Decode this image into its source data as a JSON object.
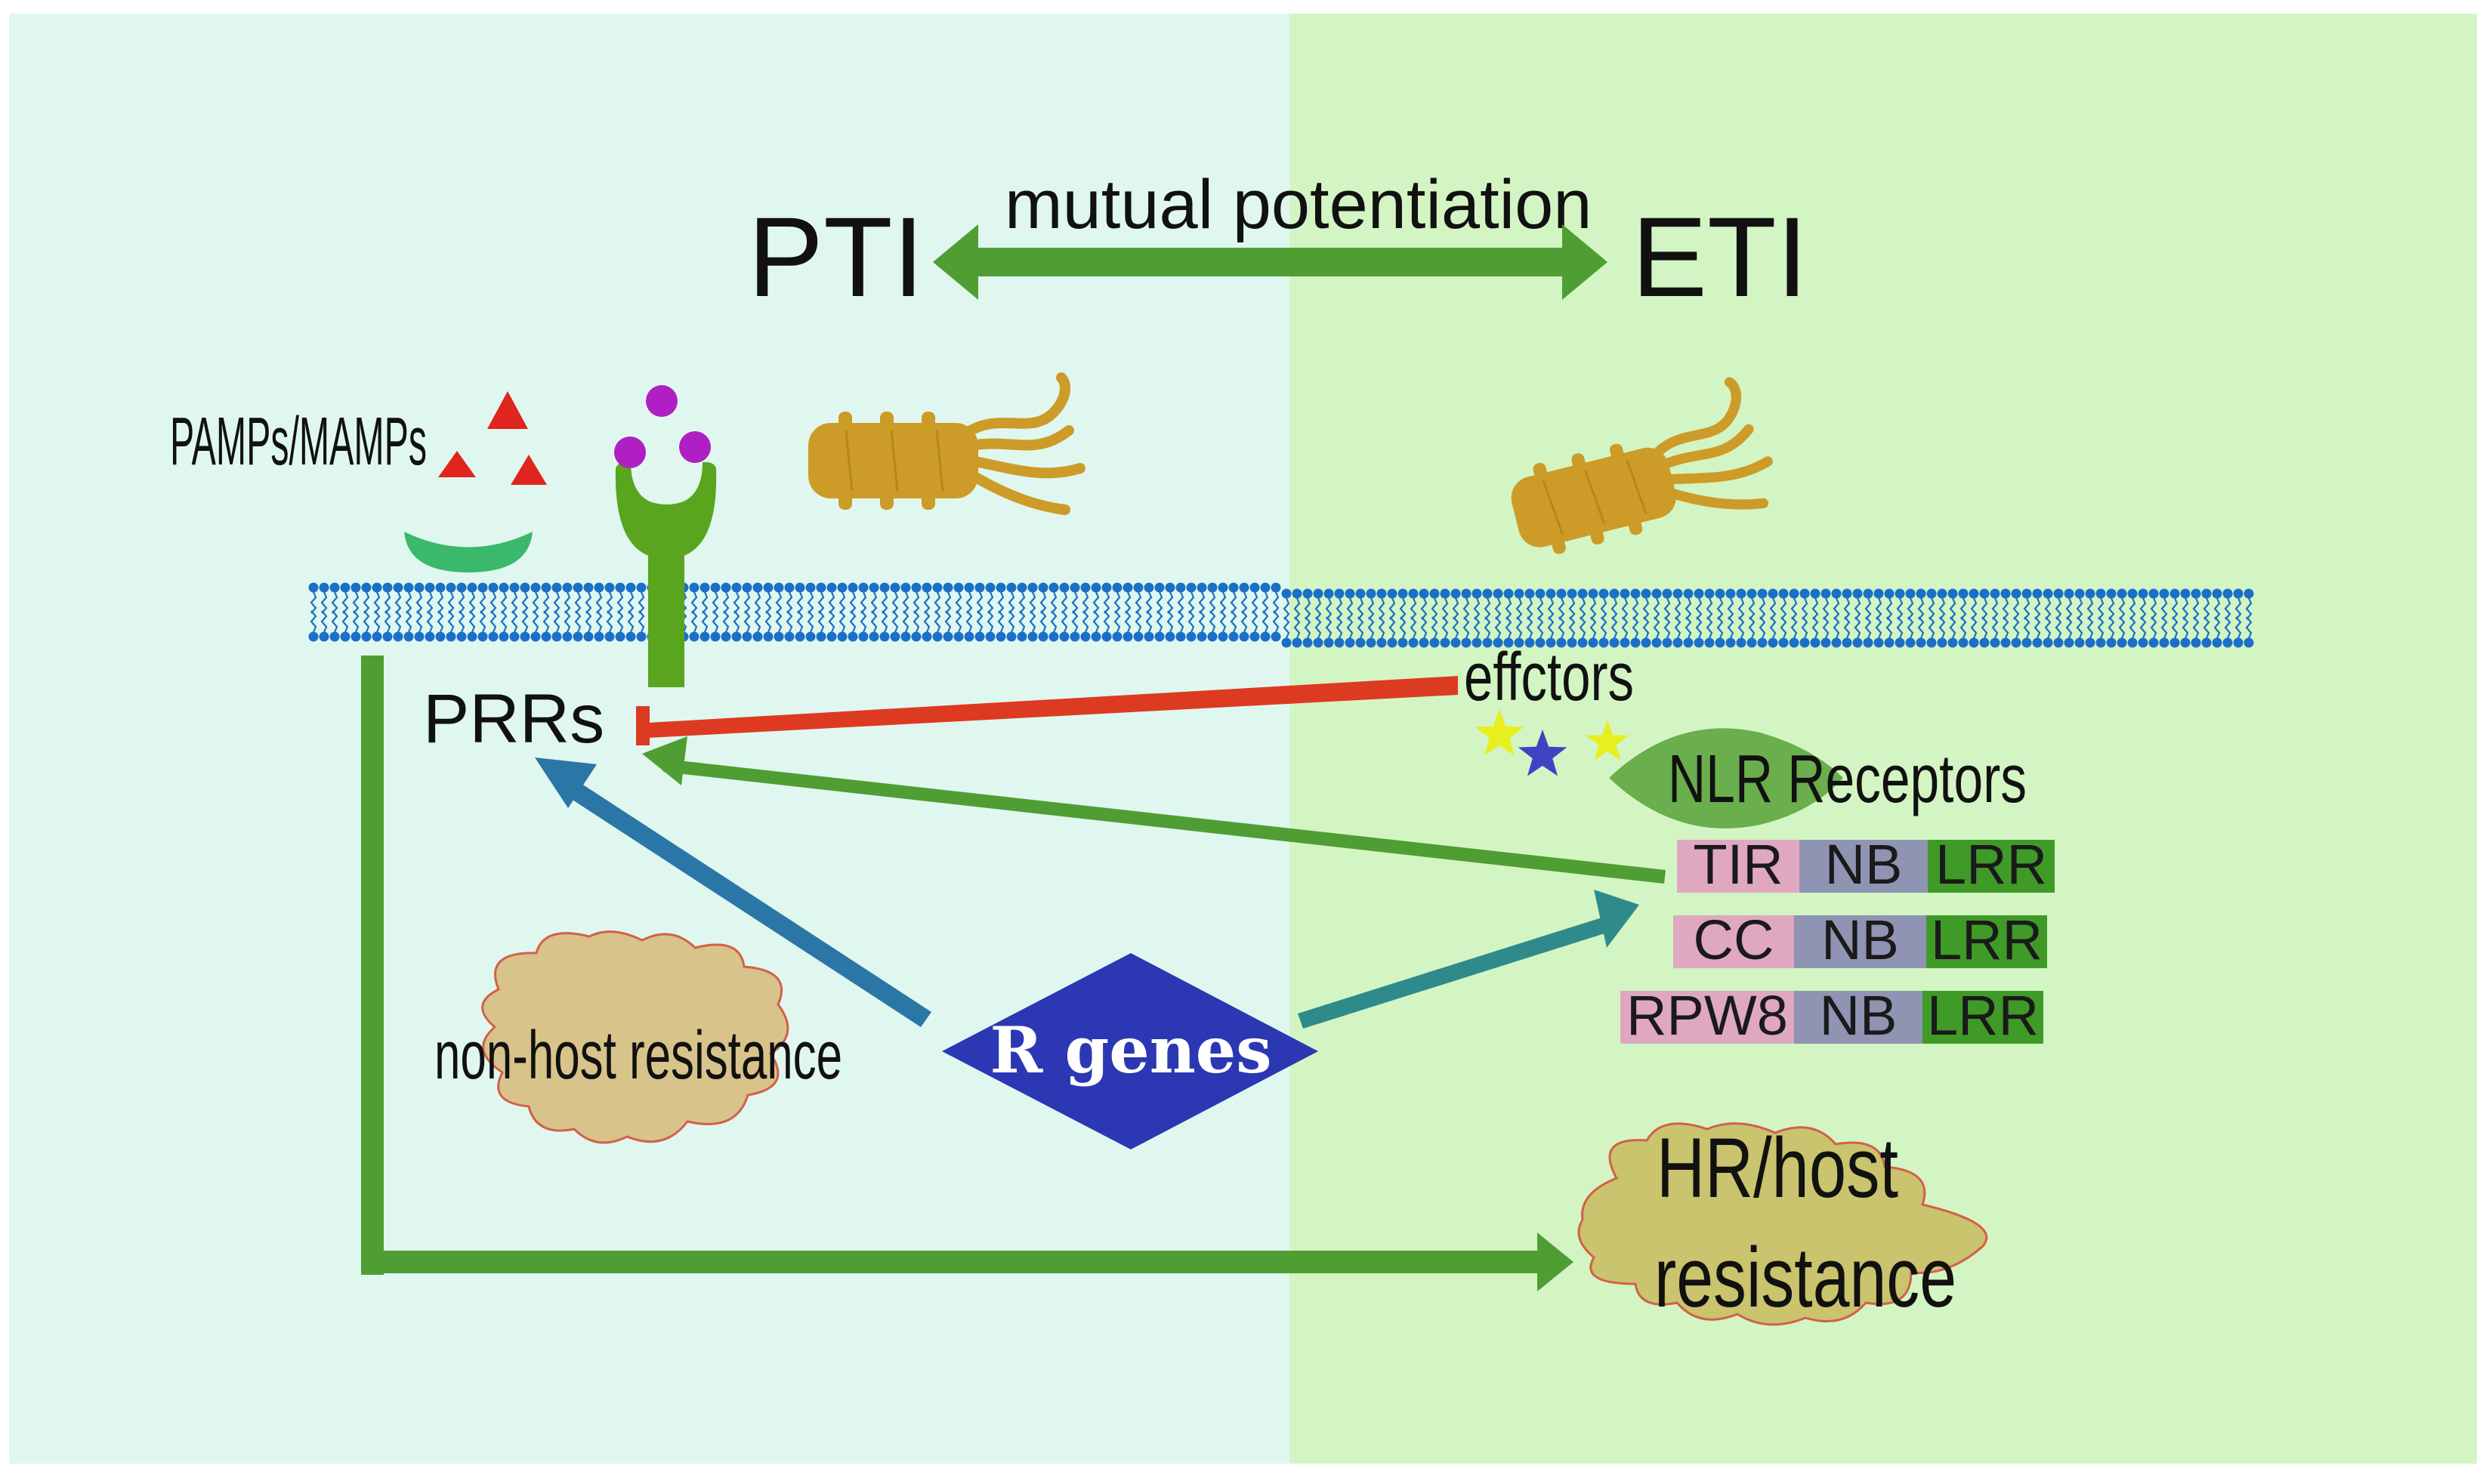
{
  "diagram": {
    "colors": {
      "left_panel": "#e0f7ef",
      "right_panel": "#d3f5c3",
      "membrane": "#1b6fc8",
      "green_arrow": "#4f9e34",
      "red_inhibit": "#dd3a22",
      "blue_arrow": "#2a76a6",
      "teal_arrow": "#2f8b8b",
      "r_genes": "#2c38b3",
      "cloud": "#d8c38a",
      "cloud2": "#c9c46d",
      "pathogen": "#cc9b28",
      "pamp": "#e0241e",
      "ligand": "#b01fc4",
      "prr_green": "#5aa51e",
      "receptor_cup": "#3ab86c",
      "tir": "#e0a8c0",
      "nb": "#8f94b3",
      "lrr": "#3f9a28",
      "nlr_leaf": "#6aae4e"
    },
    "titles": {
      "pti": "PTI",
      "eti": "ETI",
      "mutual": "mutual potentiation"
    },
    "labels": {
      "pamps": "PAMPs/MAMPs",
      "prrs": "PRRs",
      "effectors": "effctors",
      "nlr": "NLR Receptors",
      "non_host": "non-host resistance",
      "hr_line1": "HR/host",
      "hr_line2": "resistance",
      "r_genes": "R genes"
    },
    "nlr_domains": [
      {
        "n_terminal": "TIR",
        "nb": "NB",
        "lrr": "LRR"
      },
      {
        "n_terminal": "CC",
        "nb": "NB",
        "lrr": "LRR"
      },
      {
        "n_terminal": "RPW8",
        "nb": "NB",
        "lrr": "LRR"
      }
    ],
    "icons": {
      "pathogen": "bacterium-icon",
      "effector_star": "star-icon",
      "pamp": "triangle-icon",
      "ligand": "circle-icon"
    }
  }
}
